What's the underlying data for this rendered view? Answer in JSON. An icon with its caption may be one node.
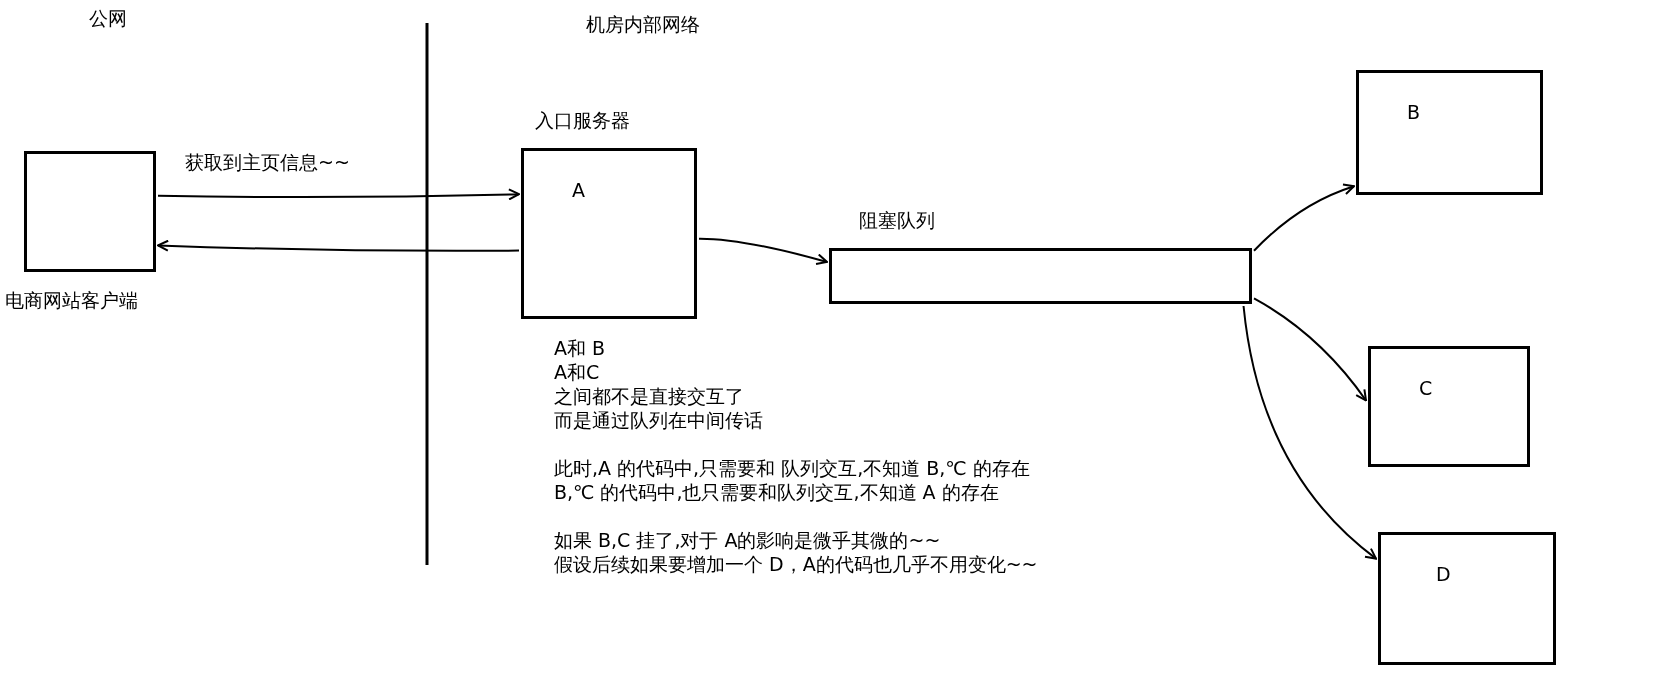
{
  "diagram": {
    "nodes": [
      {
        "text": [],
        "shape": "box",
        "beside": [
          "电商网站客户端"
        ]
      },
      {
        "text": [
          "入口服务器",
          "A"
        ]
      },
      {
        "text": [
          "阻塞队列"
        ]
      },
      {
        "text": [
          "B"
        ]
      },
      {
        "text": [
          "C"
        ]
      },
      {
        "text": [
          "D"
        ]
      }
    ],
    "edges": [
      {
        "from": 0,
        "to": 1,
        "arrow": "to",
        "label": "获取到主页信息~~"
      },
      {
        "from": 1,
        "to": 0,
        "arrow": "to"
      },
      {
        "from": 1,
        "to": 2,
        "arrow": "to"
      },
      {
        "from": 2,
        "to": 3,
        "arrow": "to"
      },
      {
        "from": 2,
        "to": 4,
        "arrow": "to"
      },
      {
        "from": 2,
        "to": 5,
        "arrow": "to"
      }
    ],
    "labels": [
      "公网",
      "机房内部网络",
      "A和 B",
      "A和C",
      "之间都不是直接交互了",
      "而是通过队列在中间传话",
      "此时,A 的代码中,只需要和 队列交互,不知道 B,℃ 的存在",
      "B,℃ 的代码中,也只需要和队列交互,不知道 A 的存在",
      "如果 B,C 挂了,对于 A的影响是微乎其微的~~",
      "假设后续如果要增加一个 D，A的代码也几乎不用变化~~"
    ]
  }
}
